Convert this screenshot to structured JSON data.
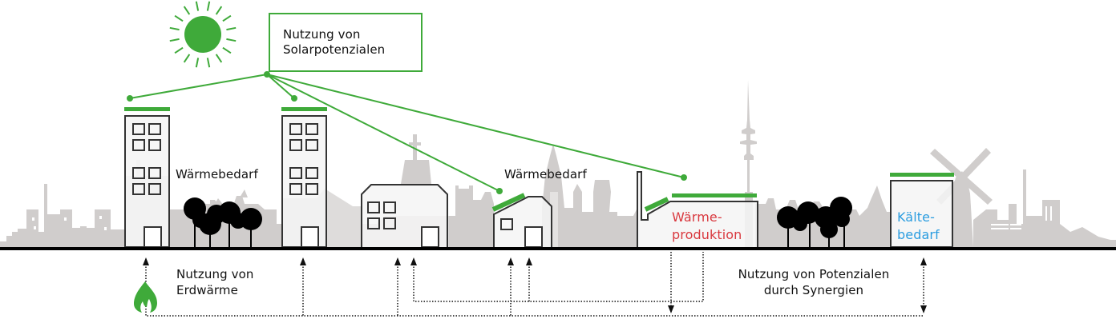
{
  "colors": {
    "accent_green": "#3faa3a",
    "skyline_gray": "#d0cdcc",
    "outline": "#333333",
    "ground": "#000000",
    "heat_red": "#d9393f",
    "cold_blue": "#2b9de0"
  },
  "labels": {
    "solar_line1": "Nutzung von",
    "solar_line2": "Solarpotenzialen",
    "heat_demand_left": "Wärmebedarf",
    "heat_demand_mid": "Wärmebedarf",
    "heat_production_line1": "Wärme-",
    "heat_production_line2": "produktion",
    "cold_demand_line1": "Kälte-",
    "cold_demand_line2": "bedarf",
    "geothermal_line1": "Nutzung von",
    "geothermal_line2": "Erdwärme",
    "synergy_line1": "Nutzung von Potenzialen",
    "synergy_line2": "durch Synergien"
  },
  "icons": {
    "sun": "sun-icon",
    "flame": "flame-icon"
  }
}
